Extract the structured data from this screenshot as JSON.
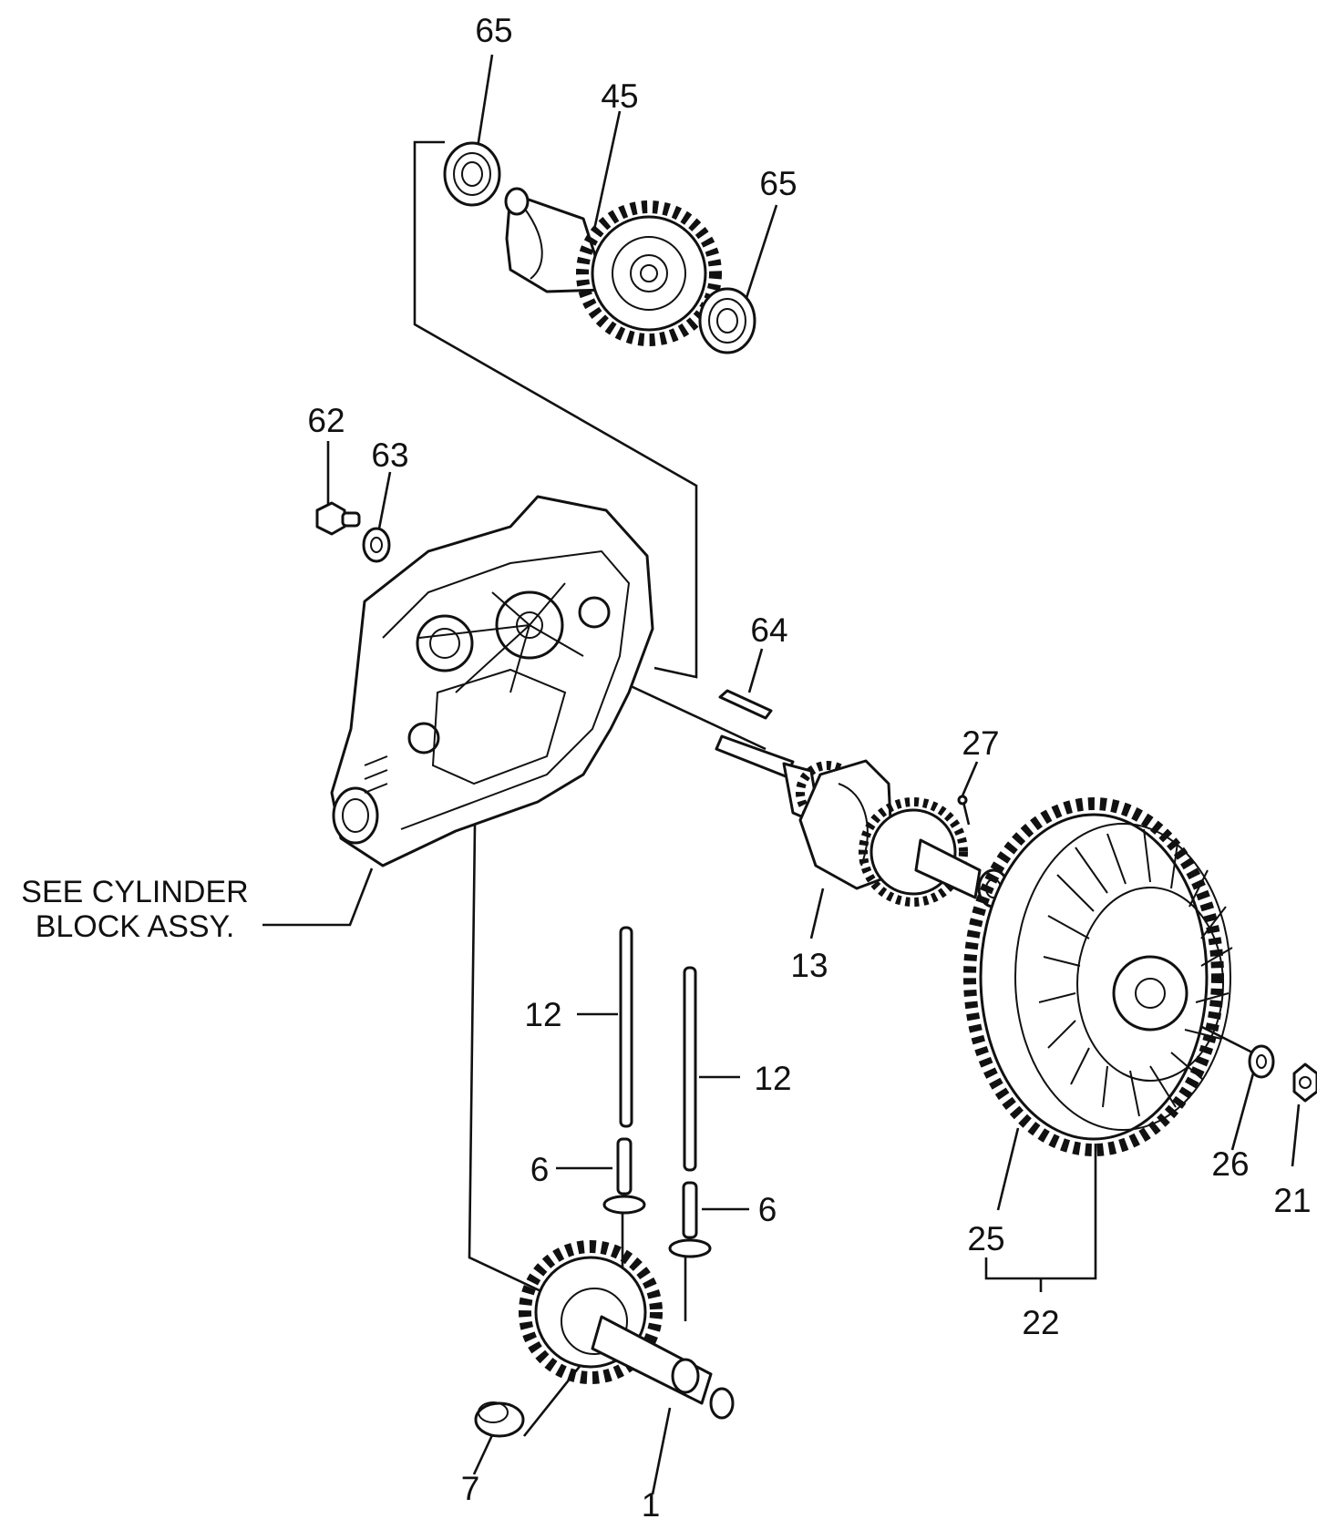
{
  "callouts": {
    "n65a": "65",
    "n45": "45",
    "n65b": "65",
    "n62": "62",
    "n63": "63",
    "n64": "64",
    "n27": "27",
    "n13": "13",
    "n12a": "12",
    "n12b": "12",
    "n6a": "6",
    "n6b": "6",
    "n7": "7",
    "n1": "1",
    "n25": "25",
    "n22": "22",
    "n26": "26",
    "n21": "21"
  },
  "note": {
    "line1": "SEE CYLINDER",
    "line2": "BLOCK ASSY."
  },
  "parts": {
    "65": "bearing-icon",
    "45": "balancer-shaft-gear-icon",
    "62": "bolt-icon",
    "63": "washer-icon",
    "64": "woodruff-key-icon",
    "27": "pin-icon",
    "13": "crankshaft-icon",
    "12": "push-rod-icon",
    "6": "valve-tappet-icon",
    "7": "cam-bushing-icon",
    "1": "camshaft-gear-icon",
    "25": "ring-gear-icon",
    "22": "flywheel-assembly-icon",
    "26": "flywheel-washer-icon",
    "21": "flywheel-nut-icon",
    "block": "crankcase-cover-icon"
  }
}
